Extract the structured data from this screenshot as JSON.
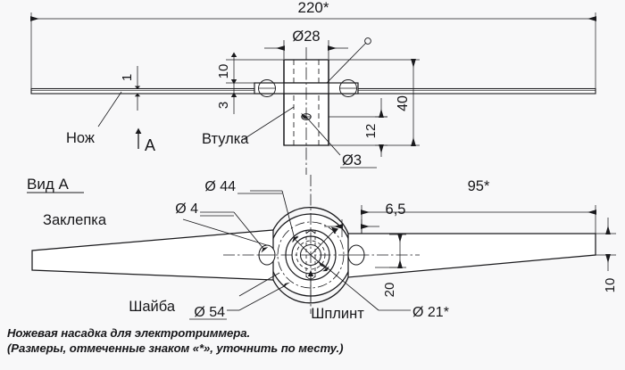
{
  "document": {
    "type": "engineering-drawing",
    "language": "ru",
    "background_color": "#f8f8f9",
    "line_color": "#1a1a1d"
  },
  "views": {
    "top": {
      "name": "main-view",
      "labels": {
        "knife": "Нож",
        "bushing": "Втулка",
        "section_arrow": "A"
      },
      "dimensions": {
        "overall_length": "220*",
        "blade_thickness": "1",
        "bushing_diameter": "Ø28",
        "bushing_upper": "10",
        "blade_seat": "3",
        "hole_diameter": "Ø3",
        "hole_height": "12",
        "bushing_total": "40"
      }
    },
    "bottom": {
      "name": "view-a",
      "title": "Вид А",
      "labels": {
        "rivet": "Заклепка",
        "washer": "Шайба",
        "cotter_pin": "Шплинт"
      },
      "dimensions": {
        "bolt_circle": "Ø 44",
        "rivet_diameter": "Ø 4",
        "hub_outer": "Ø 54",
        "center_bore": "Ø 21*",
        "blade_length": "95*",
        "offset": "6,5",
        "blade_width_root": "20",
        "blade_width_tip": "10"
      }
    }
  },
  "caption": {
    "line1": "Ножевая насадка для электротриммера.",
    "line2": "(Размеры, отмеченные знаком «*», уточнить по месту.)"
  }
}
